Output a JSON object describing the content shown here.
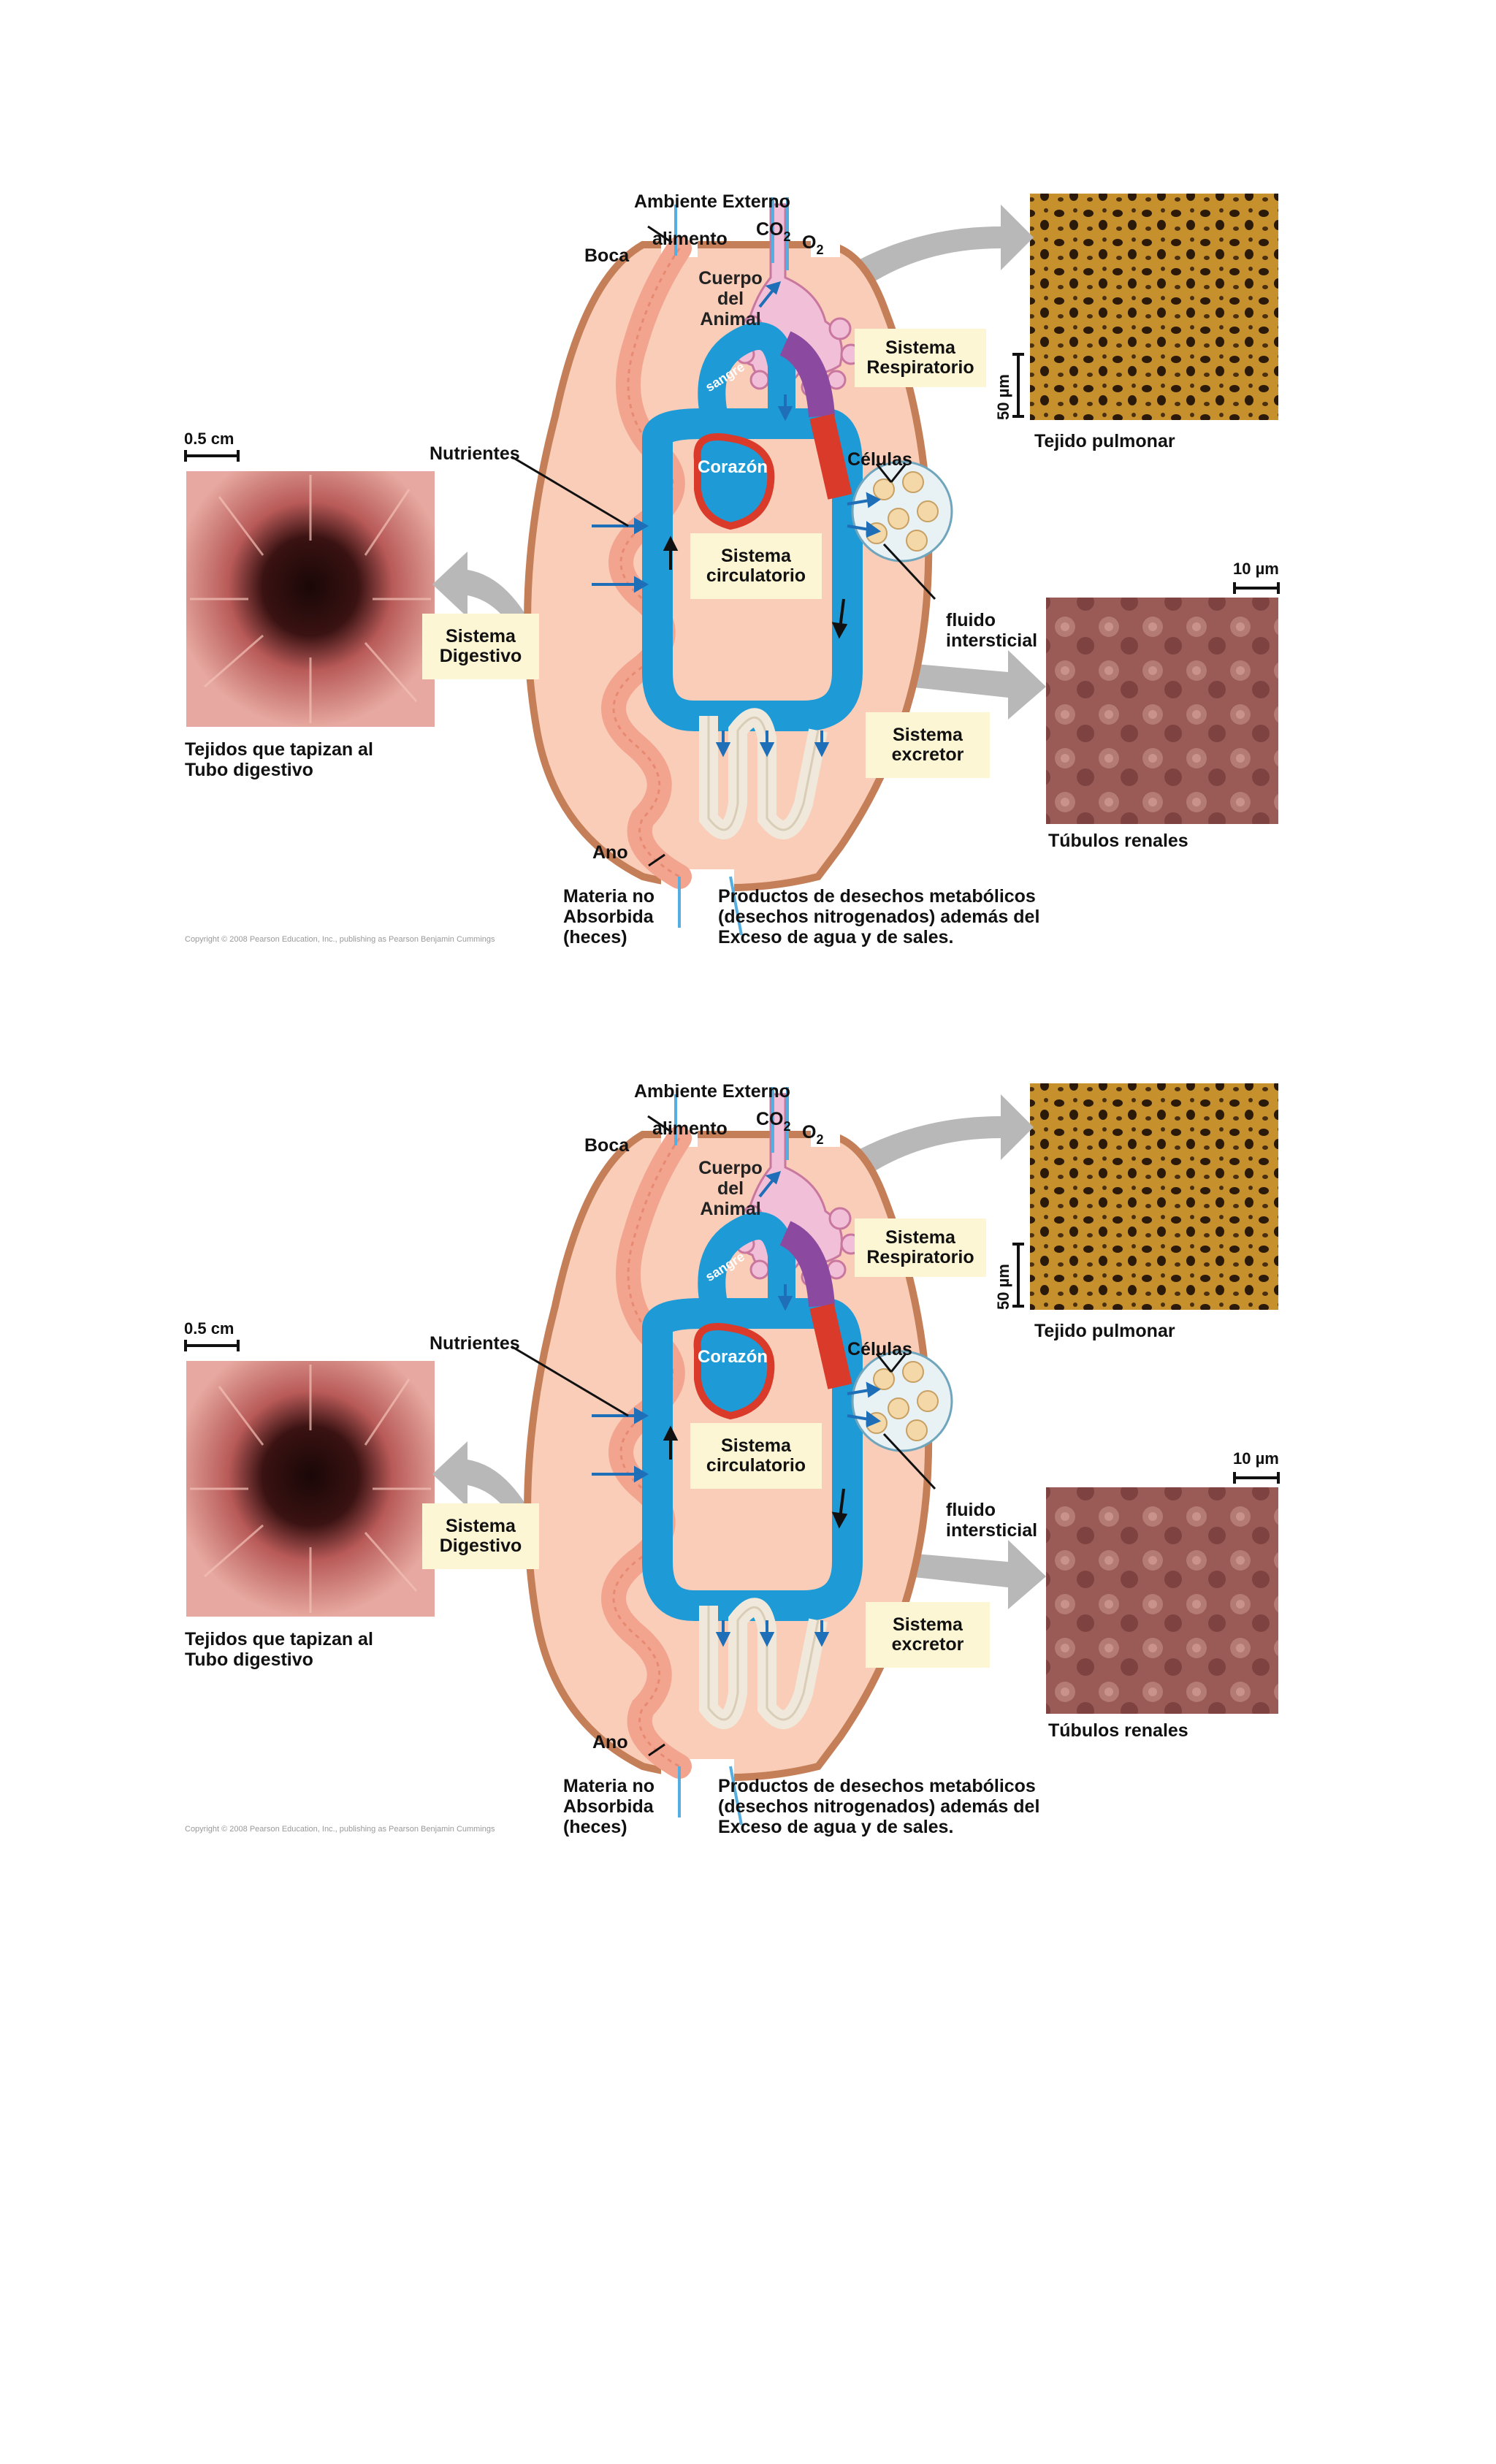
{
  "panels": [
    {
      "labels": {
        "ambiente": "Ambiente Externo",
        "alimento": "alimento",
        "co2": "CO",
        "co2_sub": "2",
        "o2": "O",
        "o2_sub": "2",
        "boca": "Boca",
        "cuerpo": "Cuerpo del Animal",
        "sangre": "sangre",
        "corazon": "Corazón",
        "nutrientes": "Nutrientes",
        "celulas": "Células",
        "fluido": "fluido intersticial",
        "ano": "Ano",
        "materia": "Materia no Absorbida (heces)",
        "productos": "Productos de desechos metabólicos (desechos nitrogenados) además del Exceso de agua y de sales.",
        "tejido_pulmonar": "Tejido pulmonar",
        "tubulos": "Túbulos renales",
        "tejidos_tubo": "Tejidos que tapizan al Tubo digestivo",
        "scale_gut": "0.5 cm",
        "scale_lung": "50 µm",
        "scale_kidney": "10 µm",
        "copyright": "Copyright © 2008 Pearson Education, Inc., publishing as Pearson Benjamin Cummings"
      },
      "boxes": {
        "respiratorio": "Sistema Respiratorio",
        "circulatorio": "Sistema circulatorio",
        "digestivo": "Sistema Digestivo",
        "excretor": "Sistema excretor"
      }
    },
    {
      "labels": {
        "ambiente": "Ambiente Externo",
        "alimento": "alimento",
        "co2": "CO",
        "co2_sub": "2",
        "o2": "O",
        "o2_sub": "2",
        "boca": "Boca",
        "cuerpo": "Cuerpo del Animal",
        "sangre": "sangre",
        "corazon": "Corazón",
        "nutrientes": "Nutrientes",
        "celulas": "Células",
        "fluido": "fluido intersticial",
        "ano": "Ano",
        "materia": "Materia no Absorbida (heces)",
        "productos": "Productos de desechos metabólicos (desechos nitrogenados) además del Exceso de agua y de sales.",
        "tejido_pulmonar": "Tejido pulmonar",
        "tubulos": "Túbulos renales",
        "tejidos_tubo": "Tejidos que tapizan al Tubo digestivo",
        "scale_gut": "0.5 cm",
        "scale_lung": "50 µm",
        "scale_kidney": "10 µm",
        "copyright": "Copyright © 2008 Pearson Education, Inc., publishing as Pearson Benjamin Cummings"
      },
      "boxes": {
        "respiratorio": "Sistema Respiratorio",
        "circulatorio": "Sistema circulatorio",
        "digestivo": "Sistema Digestivo",
        "excretor": "Sistema excretor"
      }
    }
  ],
  "colors": {
    "body_fill": "#f9cdb8",
    "body_stroke": "#c47f58",
    "blood_blue": "#1e9ad6",
    "heart_red": "#d93a2a",
    "gut_tube": "#f2a48f",
    "lung_tree": "#f1bfd8",
    "box_fill": "#fdf6d5",
    "grey_arrow": "#b8b8b8",
    "lung_photo": "#c6902c",
    "kidney_photo": "#9a5a56",
    "gut_photo": "#b85a58"
  }
}
